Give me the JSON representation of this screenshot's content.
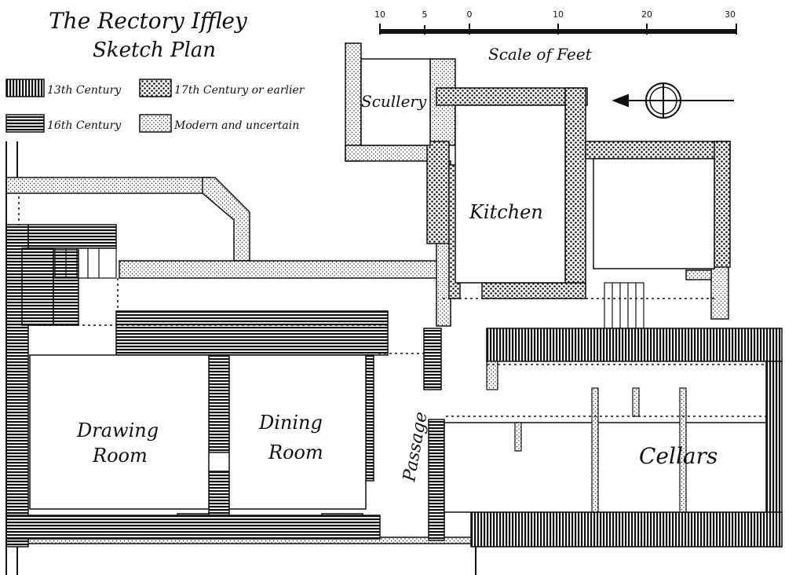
{
  "title": {
    "line1": "The Rectory Iffley",
    "line2": "Sketch Plan"
  },
  "legend": [
    {
      "key": "c13",
      "label": "13th Century",
      "pattern": "vertical-hatch"
    },
    {
      "key": "c17",
      "label": "17th Century or earlier",
      "pattern": "cross-hatch"
    },
    {
      "key": "c16",
      "label": "16th Century",
      "pattern": "horizontal-hatch"
    },
    {
      "key": "modern",
      "label": "Modern and uncertain",
      "pattern": "stipple"
    }
  ],
  "scale": {
    "label": "Scale of Feet",
    "ticks": [
      "10",
      "5",
      "0",
      "10",
      "20",
      "30"
    ]
  },
  "rooms": {
    "scullery": "Scullery",
    "kitchen": "Kitchen",
    "drawing_room_1": "Drawing",
    "drawing_room_2": "Room",
    "dining_room_1": "Dining",
    "dining_room_2": "Room",
    "passage": "Passage",
    "cellars": "Cellars"
  },
  "colors": {
    "ink": "#111111",
    "paper": "#ffffff"
  }
}
